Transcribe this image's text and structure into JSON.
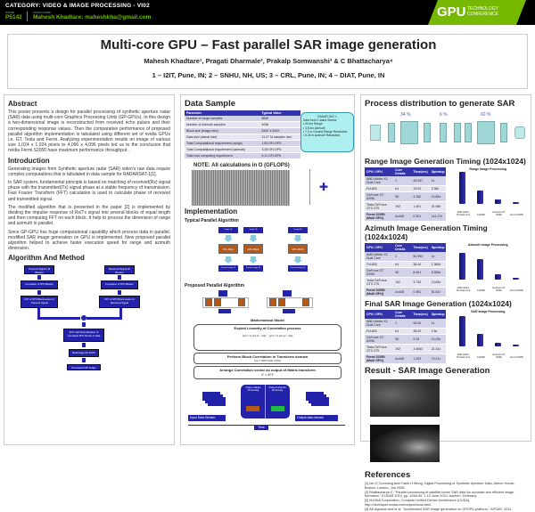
{
  "header": {
    "category": "CATEGORY: VIDEO & IMAGE PROCESSING - VI02",
    "poster_label": "POSTER",
    "poster_id": "P5142",
    "contact_label": "CONTACT NAME",
    "contact": "Mahesh Khadtare: maheshkha@gmail.com",
    "brand_big": "GPU",
    "brand_small1": "TECHNOLOGY",
    "brand_small2": "CONFERENCE",
    "brand_color": "#76b900"
  },
  "title": {
    "main": "Multi-core GPU – Fast parallel SAR image generation",
    "authors": "Mahesh Khadtare¹, Pragati Dharmale², Prakalp Somwanshi³ & C Bhattacharya⁴",
    "affiliations": "1 – I2IT, Pune, IN; 2 – SNHU, NH, US; 3 – CRL, Pune, IN; 4 – DIAT, Pune, IN"
  },
  "abstract": {
    "heading": "Abstract",
    "text": "This poster presents a design for parallel processing of synthetic aperture radar (SAR) data using multi-core Graphics Processing Units (GP-GPUs). In this design a two-dimensional image is reconstructed from received echo pulses and their corresponding response values. Then the comparative performance of proposed parallel algorithm implementation is tabulated using different set of nvidia GPUs i.e. GT, Tesla and Fermi. Analyzing experimentation results on image of various size 1,024 x 1,024 pixels to 4,096 x 4,096 pixels led us to the conclusion that nvidia Fermi S2050 have maximum performance throughput ."
  },
  "introduction": {
    "heading": "Introduction",
    "paragraphs": [
      "Generating images from Synthetic aperture radar (SAR) video's raw data require complex computations that is tabulated in data sample for RADARSAT-1[1].",
      "In SAR system, fundamental principle is based on matching of received(Rx) signal phase with the transmitted(Tx) signal phase at a stable frequency of transmission. Fast Fourier Transform (FFT) calculation is used to calculate phase of received and transmitted signal.",
      "The modified algorithm that is presented in the paper [2] is implemented by dividing the impulse response of Rx/Tx signal into several blocks of equal length and then computing FFT on each block. It help to process the dimension of range and azimuth in parallel.",
      "Since GP-GPU has huge computational capability which process data in parallel, modified SAR image generation on GPU is implemented. New proposed parallel algorithm helped to achieve faster execution speed for range and azimuth dimension."
    ]
  },
  "algorithm": {
    "heading": "Algorithm And Method",
    "boxes": [
      "Transmit Signal ( M Blocks)",
      "Formation of M*N Blocks",
      "FFT of M*N Block vector of Transmit Signal",
      "Received Signal (N Blocks)",
      "Formation of M*N Blocks",
      "FFT of M*N Block vector of Received Signal",
      "IFFT with Normalization of correlated M*N blocks of data",
      "Rearrange the DATA",
      "Processed O/P Image"
    ]
  },
  "data_sample": {
    "heading": "Data Sample",
    "columns": [
      "Parameter",
      "Typical Value"
    ],
    "rows": [
      [
        "Number of range samples",
        "8840"
      ],
      [
        "Number of Azimuth samples",
        "4096"
      ],
      [
        "Block size (image size)",
        "8192 X 8192"
      ],
      [
        "Data size (actual size)",
        "11.27 M samples /sec"
      ],
      [
        "Total Computational requirement (range)",
        "1.83 GFLOPS"
      ],
      [
        "Total Computational requirement (azimuth)",
        "3.28 GFLOPS"
      ],
      [
        "Total load computing requirement",
        "5.11 GFLOPS"
      ]
    ],
    "radar_box": [
      "RADAR-SAT-1",
      "Data from C-band Sensor",
      "• 50 km Range",
      "• 3.8 km Azimuth",
      "• 7.2 m Ground Range Resolution",
      "• 5.26 m Azimuth Resolution"
    ],
    "note": "NOTE: All calculations in O (GFLOPS)"
  },
  "implementation": {
    "heading": "Implementation",
    "typical": "Typical Parallel Algorithm",
    "typical_inputs": [
      "Image (1)",
      "Image (2)",
      "Image (N)"
    ],
    "typical_pe": [
      "GPU-PE(1)",
      "GPU-PE(2)",
      "GPU-PE(N)"
    ],
    "typical_outputs": [
      "Process Image (1)",
      "Process Image (2)",
      "Process Image (N)"
    ],
    "proposed": "Proposed Parallel Algorithm",
    "math_model": "Mathematical Model",
    "step1": "Exploit Linearity of Correlation process",
    "step2": "Perform Block Correlation in Transform domain",
    "step3": "Arrange Correlation vector as output of Matrix transform",
    "formula3": "X = A*Y",
    "phase1": "Phase-I Range Processing",
    "phase2": "Phase-II Azimuth Processing",
    "input_stream": "Input Data Stream",
    "output_stream": "Output data stream",
    "time": "Time"
  },
  "process": {
    "heading": "Process distribution to generate SAR",
    "pcts": [
      "34 %",
      "6 %",
      "60 %"
    ]
  },
  "chart_data": [
    {
      "type": "bar",
      "title": "Range Image Processing",
      "heading": "Range Image Generation Timing (1024x1024)",
      "categories": [
        "AMD Athlon X2 Dual Core",
        "Fx1800",
        "GeForce GT 520M",
        "Fermi S2050"
      ],
      "values": [
        45,
        19,
        5,
        1
      ],
      "ylim": [
        0,
        50
      ],
      "table": {
        "columns": [
          "CPU / GPU",
          "Core Details",
          "Time(sec)",
          "Speedup"
        ],
        "rows": [
          [
            "AMD Athlon X2 Dual Core",
            "1",
            "45.037",
            "1x"
          ],
          [
            "Fx1800",
            "64",
            "19.00",
            "2.36x"
          ],
          [
            "GeForce GT 520M",
            "96",
            "4.150",
            "10.85x"
          ],
          [
            "Tesla GeForce GTX 275",
            "192",
            "1.401",
            "31.98x"
          ],
          [
            "Fermi S2050 (Multi GPU)",
            "4x448",
            "0.321",
            "141.27x"
          ]
        ]
      }
    },
    {
      "type": "bar",
      "title": "Azimuth Image Processing",
      "heading": "Azimuth Image Generation Timing (1024x1024)",
      "categories": [
        "AMD Athlon X2 Dual Core",
        "Fx1800",
        "GeForce GT 520M",
        "Fermi S2050"
      ],
      "values": [
        50,
        38,
        10,
        2
      ],
      "ylim": [
        0,
        60
      ],
      "table": {
        "columns": [
          "CPU / GPU",
          "Core Details",
          "Time(sec)",
          "Speedup"
        ],
        "rows": [
          [
            "AMD Athlon X2 Dual Core",
            "1",
            "50.993",
            "1x"
          ],
          [
            "Fx1800",
            "64",
            "38.40",
            "1.368x"
          ],
          [
            "GeForce GT 520M",
            "96",
            "8.501",
            "5.996x"
          ],
          [
            "Tesla GeForce GTX 275",
            "192",
            "3.735",
            "13.65x"
          ],
          [
            "Fermi S2050 (Multi GPU)",
            "4x448",
            "0.981",
            "51.61x"
          ]
        ]
      }
    },
    {
      "type": "bar",
      "title": "SAR Image Processing",
      "heading": "Final SAR Image Generation (1024x1024)",
      "categories": [
        "AMD Athlon X2 Dual Core",
        "Fx1800",
        "GeForce GT 520M",
        "Fermi S2050"
      ],
      "values": [
        96,
        38,
        9.5,
        1.3
      ],
      "ylim": [
        0,
        100
      ],
      "table": {
        "columns": [
          "CPU / GPU",
          "Core Details",
          "Time(sec)",
          "Speedup"
        ],
        "rows": [
          [
            "AMD Athlon X2 Dual Core",
            "1",
            "96.00",
            "1x"
          ],
          [
            "Fx1800",
            "64",
            "38.00",
            "2.5x"
          ],
          [
            "GeForce GT 520M",
            "96",
            "9.23",
            "10.29x"
          ],
          [
            "Tesla GeForce GTX 275",
            "192",
            "4.4063",
            "21.31x"
          ],
          [
            "Fermi S2050 (Multi GPU)",
            "4x448",
            "1.293",
            "74.21x"
          ]
        ]
      }
    }
  ],
  "result": {
    "heading": "Result - SAR Image Generation"
  },
  "references": {
    "heading": "References",
    "items": [
      "[1] Ian G Cumming and Frank H Wong, Digital Processing of Synthetic Aperture Data, Artech House, Boston, London, Jan 2005.",
      "[2] Bhattacharya C, \"Parallel processing of satellite-borne SAR data for accurate and efficient image formation,\" EUSAR 2010, pp. 1046-49, 7-10 June 2010, Aachen, Germany.",
      "[3] NVIDIA Corporation, Compute Unified Device Architecture (CUDA), http://developer.nvidia.com/object/cuda.html.",
      "[4] AK Agarwal and et al, \"Accelerated SAR image generation on GPGPU platform,\" APSAR, 2011"
    ]
  }
}
